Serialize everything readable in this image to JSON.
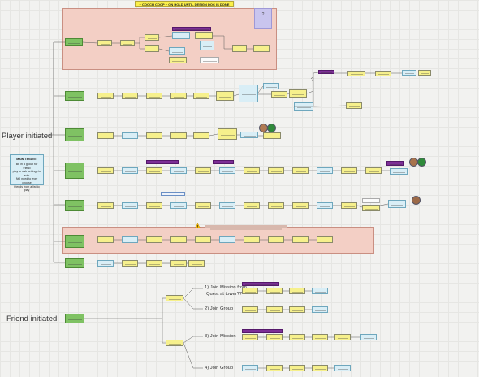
{
  "top_banner": {
    "text": "~ COOCH COOP ~ ON HOLD UNTIL DESIGN DOC IS DONE"
  },
  "sticky_note": {
    "text": "?"
  },
  "second_question": {
    "text": "?"
  },
  "headings": {
    "player": "Player initiated",
    "friend": "Friend initiated"
  },
  "info_card": {
    "title": "MAIN TENANT:",
    "lines": [
      "Be in a group for friend",
      "play or ask settings to",
      "solo",
      "NO need to ever choose",
      "friends from a list to play"
    ]
  },
  "friend_options": {
    "opt1": "1) Join Mission from",
    "opt1b": "Quest at tower??",
    "opt2": "2) Join Group",
    "opt3": "3) Join Mission",
    "opt4": "4) Join Group"
  },
  "colors": {
    "yellow": "#f6f08c",
    "blue": "#d9eef6",
    "green": "#7fc263",
    "purple": "#7d2f96",
    "region": "#f3cfc5",
    "banner": "#fbf04a"
  }
}
